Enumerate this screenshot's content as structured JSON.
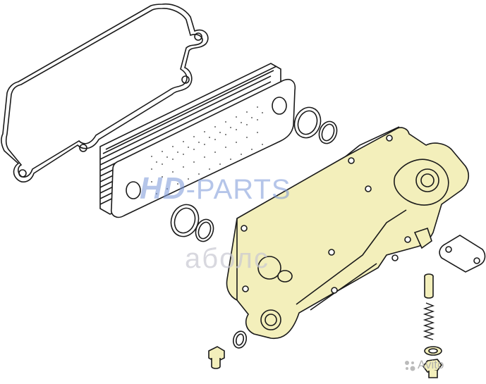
{
  "watermarks": {
    "brand_hd": "HD",
    "brand_parts": "-PARTS",
    "center_text": "аболс",
    "corner_text": "Avito"
  },
  "colors": {
    "line": "#1a1a1a",
    "housing_fill": "#f3efbb",
    "watermark_blue": "#7896d7"
  }
}
